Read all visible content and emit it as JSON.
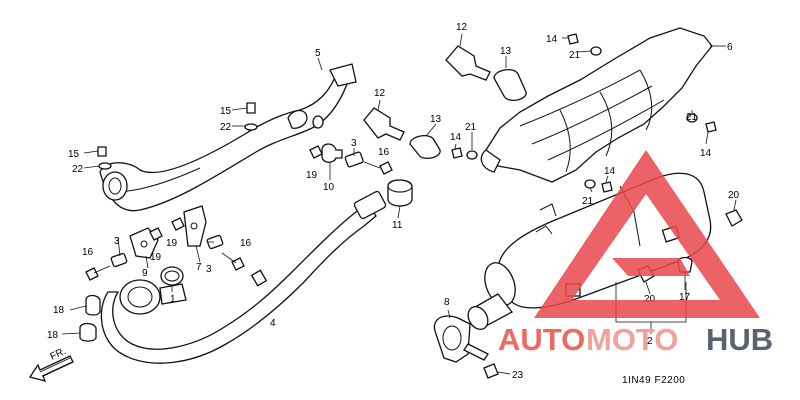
{
  "diagram": {
    "code": "1IN49 F2200",
    "direction_label": "FR.",
    "labels": {
      "l1": "1",
      "l2": "2",
      "l3a": "3",
      "l3b": "3",
      "l3c": "3",
      "l4": "4",
      "l5": "5",
      "l6": "6",
      "l7": "7",
      "l8": "8",
      "l9": "9",
      "l10": "10",
      "l11": "11",
      "l12a": "12",
      "l12b": "12",
      "l13a": "13",
      "l13b": "13",
      "l14a": "14",
      "l14b": "14",
      "l14c": "14",
      "l14d": "14",
      "l15a": "15",
      "l15b": "15",
      "l16a": "16",
      "l16b": "16",
      "l16c": "16",
      "l17": "17",
      "l18a": "18",
      "l18b": "18",
      "l19a": "19",
      "l19b": "19",
      "l19c": "19",
      "l20a": "20",
      "l20b": "20",
      "l21a": "21",
      "l21b": "21",
      "l21c": "21",
      "l21d": "21",
      "l22a": "22",
      "l22b": "22",
      "l23": "23"
    }
  },
  "watermark": {
    "part1": "AUTO",
    "part2": "MOTO",
    "part3": "HUB",
    "colors": {
      "triangle": "#e8484c",
      "auto": "#ec6a60",
      "moto": "#f0a29c",
      "hub": "#5a6270"
    }
  }
}
